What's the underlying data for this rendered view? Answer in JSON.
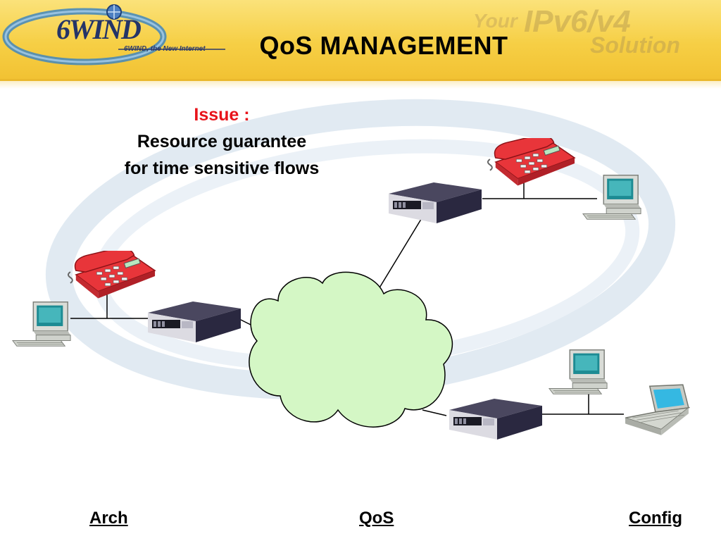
{
  "header": {
    "logo_text": "6WIND",
    "logo_tagline": "6WIND, the New Internet",
    "slogan_line1_a": "Your",
    "slogan_line1_b": "IPv6/v4",
    "slogan_line2": "Solution",
    "title": "QoS MANAGEMENT"
  },
  "issue": {
    "label": "Issue :",
    "line1": "Resource guarantee",
    "line2": "for time sensitive flows"
  },
  "diagram": {
    "cloud_color": "#d4f7c5",
    "phone_color": "#e8353a",
    "router_color": "#2a2840"
  },
  "nav": {
    "arch": "Arch",
    "qos": "QoS",
    "config": "Config"
  }
}
